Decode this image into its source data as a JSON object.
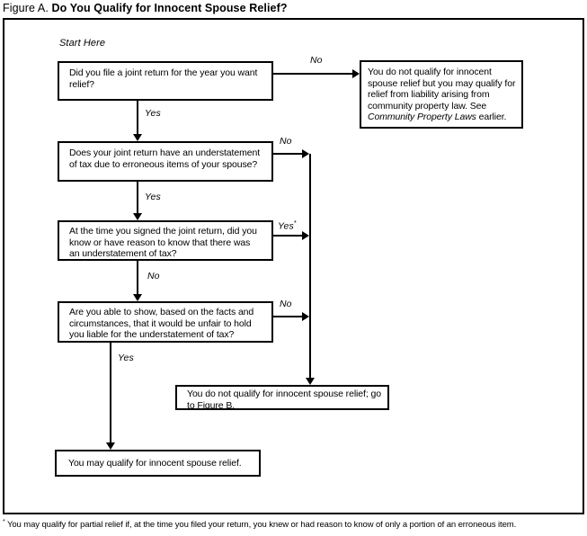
{
  "title": {
    "label": "Figure A.",
    "heading": "Do You Qualify for Innocent Spouse Relief?"
  },
  "start_here": "Start Here",
  "nodes": {
    "q1": "Did you file a joint return for the year you want\nrelief?",
    "community": {
      "before": "You do not qualify for innocent\nspouse relief but you may qualify for\nrelief from liability arising from\ncommunity property law. See\n",
      "italic": "Community Property Laws",
      "after": " earlier."
    },
    "q2": "Does your joint return have an understatement\nof tax due to erroneous items of your spouse?",
    "q3": "At the time you signed the joint return, did you\nknow or have reason to know that there was\nan understatement of tax?",
    "q4": "Are you able to show, based on the facts and\ncircumstances, that it would be unfair to hold\nyou liable for the understatement of tax?",
    "figure_b": "You do not qualify for innocent spouse relief; go\nto Figure B.",
    "may_qualify": "You may qualify for innocent spouse relief."
  },
  "edge_labels": {
    "q1_no": "No",
    "q1_yes": "Yes",
    "q2_no": "No",
    "q2_yes": "Yes",
    "q3_yes": "Yes",
    "q3_yes_sup": "*",
    "q3_no": "No",
    "q4_no": "No",
    "q4_yes": "Yes"
  },
  "footnote": {
    "marker": "*",
    "text": " You may qualify for partial relief if, at the time you filed your return, you knew or had reason to know of only a portion of an erroneous item."
  },
  "colors": {
    "ink": "#000000",
    "paper": "#ffffff"
  }
}
